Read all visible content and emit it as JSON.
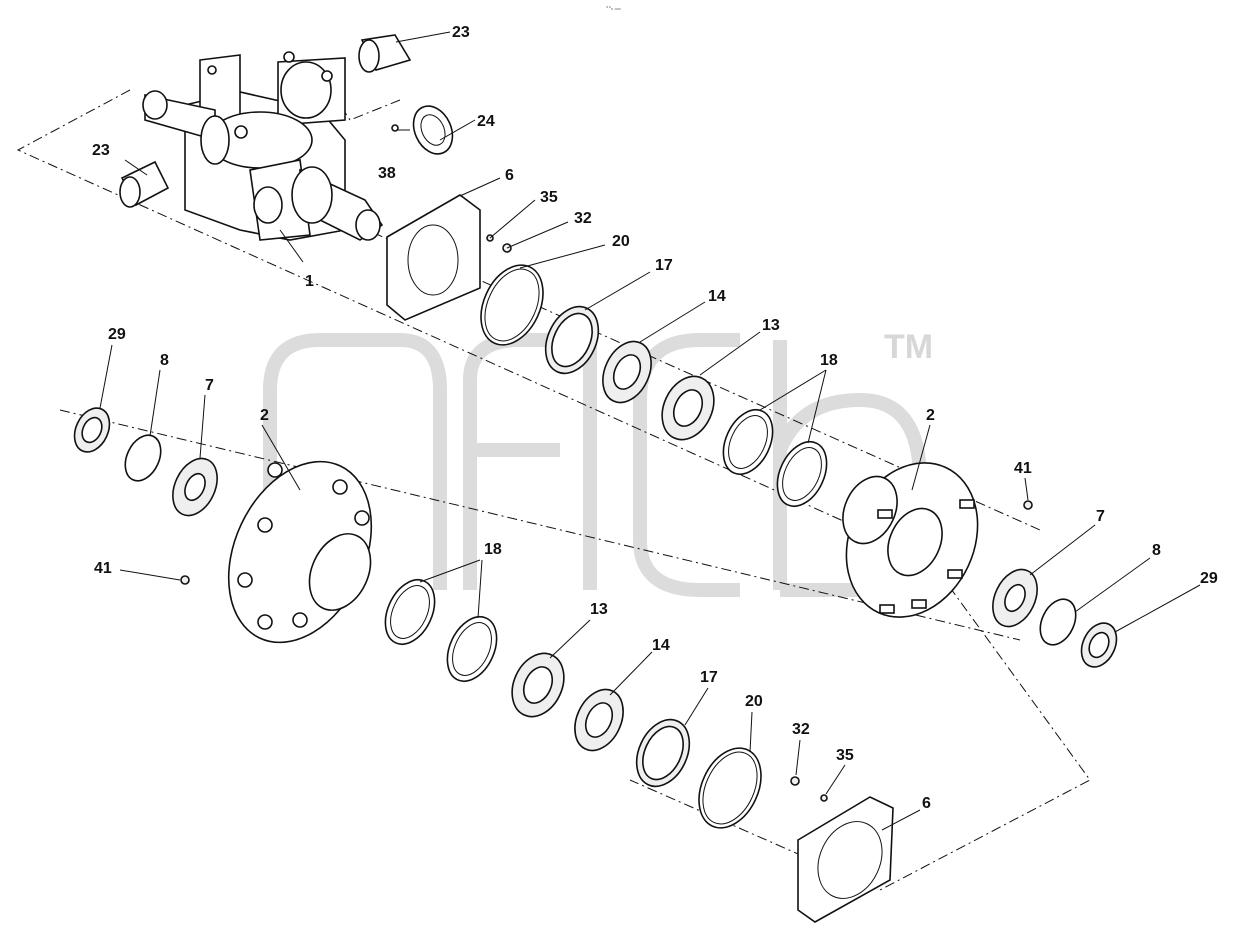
{
  "header": {
    "text": "°°₆ ₀₀₀"
  },
  "watermark": {
    "text": "TM",
    "color": "#d7d7d7"
  },
  "callouts": [
    "23",
    "24",
    "23",
    "38",
    "6",
    "35",
    "32",
    "1",
    "20",
    "17",
    "14",
    "13",
    "18",
    "29",
    "8",
    "7",
    "2",
    "2",
    "41",
    "7",
    "8",
    "29",
    "41",
    "18",
    "13",
    "14",
    "17",
    "20",
    "32",
    "35",
    "6"
  ]
}
